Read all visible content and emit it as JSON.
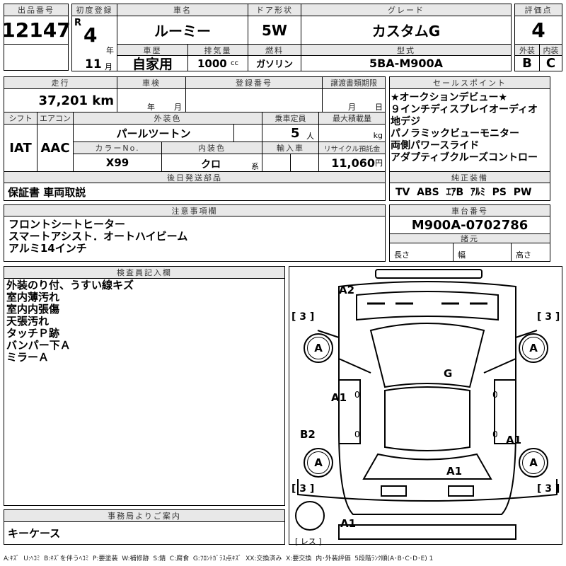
{
  "lot": {
    "label": "出品番号",
    "value": "12147"
  },
  "reg": {
    "label": "初度登録",
    "era": "R",
    "year": "4",
    "year_unit": "年",
    "month": "11",
    "month_unit": "月"
  },
  "car_name": {
    "label": "車名",
    "value": "ルーミー"
  },
  "door": {
    "label": "ドア形状",
    "value": "5W"
  },
  "grade": {
    "label": "グレード",
    "value": "カスタムG"
  },
  "history": {
    "label": "車歴",
    "value": "自家用"
  },
  "displacement": {
    "label": "排気量",
    "value": "1000",
    "unit": "cc"
  },
  "fuel": {
    "label": "燃料",
    "value": "ガソリン"
  },
  "model": {
    "label": "型式",
    "value": "5BA-M900A"
  },
  "score": {
    "label": "評価点",
    "value": "4",
    "ext_label": "外装",
    "int_label": "内装",
    "ext": "B",
    "int": "C"
  },
  "mileage": {
    "label": "走行",
    "value": "37,201 km"
  },
  "inspection": {
    "label": "車検",
    "year_unit": "年",
    "month_unit": "月"
  },
  "reg_no": {
    "label": "登録番号"
  },
  "transfer": {
    "label": "譲渡書類期限",
    "month_unit": "月",
    "day_unit": "日"
  },
  "shift": {
    "label": "シフト",
    "value": "IAT"
  },
  "aircon": {
    "label": "エアコン",
    "value": "AAC"
  },
  "ext_color": {
    "label": "外装色",
    "value": "パールツートン"
  },
  "capacity": {
    "label": "乗車定員",
    "value": "5",
    "unit": "人"
  },
  "max_load": {
    "label": "最大積載量",
    "unit": "kg"
  },
  "color_no": {
    "label": "カラーNo.",
    "value": "X99"
  },
  "int_color": {
    "label": "内装色",
    "value": "クロ",
    "unit": "系"
  },
  "import": {
    "label": "輸入車"
  },
  "recycle": {
    "label": "リサイクル預託金",
    "value": "11,060",
    "unit": "円"
  },
  "later_parts": {
    "label": "後日発送部品",
    "value": "保証書 車両取説"
  },
  "sales_points": {
    "label": "セールスポイント",
    "text": "★オークションデビュー★\n９インチディスプレイオーディオ\n地デジ\nパノラミックビューモニター\n両側パワースライド\nアダプティブクルーズコントロー"
  },
  "equipment": {
    "label": "純正装備",
    "value": "TV  ABS  ｴｱB  ｱﾙﾐ  PS  PW"
  },
  "notes": {
    "label": "注意事項欄",
    "text": "フロントシートヒーター\nスマートアシスト．オートハイビーム\nアルミ14インチ"
  },
  "chassis": {
    "label": "車台番号",
    "value": "M900A-0702786",
    "spec_label": "諸元",
    "length": "長さ",
    "width": "幅",
    "height": "高さ"
  },
  "inspector": {
    "label": "検査員記入欄",
    "text": "外装のり付、うすい線キズ\n室内薄汚れ\n室内内張傷\n天張汚れ\nタッチＰ跡\nバンパー下Ａ\nミラーＡ"
  },
  "office": {
    "label": "事務局よりご案内",
    "value": "キーケース"
  },
  "diagram": {
    "a2": "A2",
    "g": "G",
    "a1_left": "A1",
    "a1_right": "A1",
    "a1_rear": "A1",
    "a1_bottom": "A1",
    "b2": "B2",
    "tire_fl": "A",
    "tire_fr": "A",
    "tire_rl": "A",
    "tire_rr": "A",
    "tread_fl": "[ 3 ]",
    "tread_fr": "[ 3 ]",
    "tread_rl": "[ 3 ]",
    "tread_rr": "[ 3 ]",
    "zero": "0",
    "spare": "[ レス ]"
  },
  "legend": "A:ｷｽﾞ  U:ﾍｺﾐ  B:ｷｽﾞを伴うﾍｺﾐ  P:要塗装  W:補修跡  S:錆  C:腐食  G:ﾌﾛﾝﾄｶﾞﾗｽ点ｷｽﾞ  XX:交換済み  X:要交換  内･外装評価  5段階ﾗﾝｸ順(A･B･C･D･E) 1"
}
